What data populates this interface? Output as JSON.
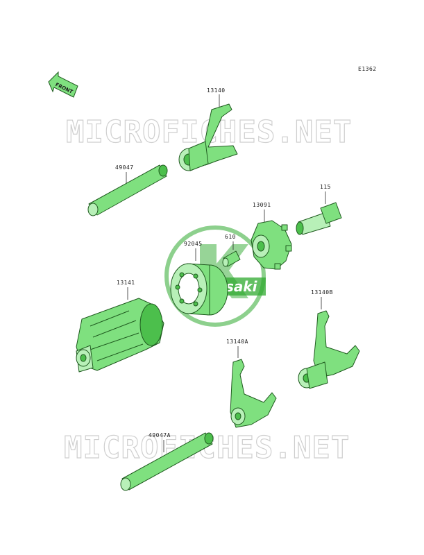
{
  "diagram_code": "E1362",
  "front_label": "FRONT",
  "watermark_text": "MICROFICHES.NET",
  "center_logo_text": "Kawasaki",
  "colors": {
    "part_green": "#7fe07f",
    "logo_green": "#2faa2f",
    "watermark_gray": "#cfcfcf"
  },
  "parts": [
    {
      "id": "13140",
      "label": "13140"
    },
    {
      "id": "49047",
      "label": "49047"
    },
    {
      "id": "115",
      "label": "115"
    },
    {
      "id": "13091",
      "label": "13091"
    },
    {
      "id": "610",
      "label": "610"
    },
    {
      "id": "92045",
      "label": "92045"
    },
    {
      "id": "13141",
      "label": "13141"
    },
    {
      "id": "13140B",
      "label": "13140B"
    },
    {
      "id": "13140A",
      "label": "13140A"
    },
    {
      "id": "49047A",
      "label": "49047A"
    }
  ]
}
